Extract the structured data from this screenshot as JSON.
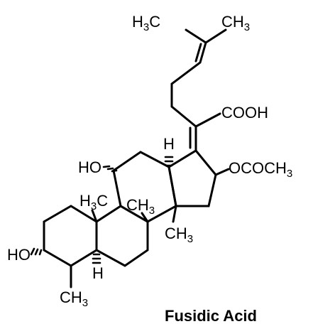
{
  "caption": "Fusidic Acid",
  "labels": {
    "side_chain_left_methyl": {
      "main": "H",
      "sub": "3",
      "tail": "C"
    },
    "side_chain_right_methyl": {
      "main": "CH",
      "sub": "3"
    },
    "carboxylic_acid": "COOH",
    "acetoxy_group": {
      "main": "OCOCH",
      "sub": "3"
    },
    "hydroxyl_c11": "HO",
    "hydrogen_c13": "H",
    "methyl_c10": {
      "main": "H",
      "sub": "3",
      "tail": "C"
    },
    "methyl_c8": {
      "main": "CH",
      "sub": "3"
    },
    "methyl_c14": {
      "main": "CH",
      "sub": "3"
    },
    "hydroxyl_c3": "HO",
    "hydrogen_c5": "H",
    "methyl_c4": {
      "main": "CH",
      "sub": "3"
    }
  }
}
